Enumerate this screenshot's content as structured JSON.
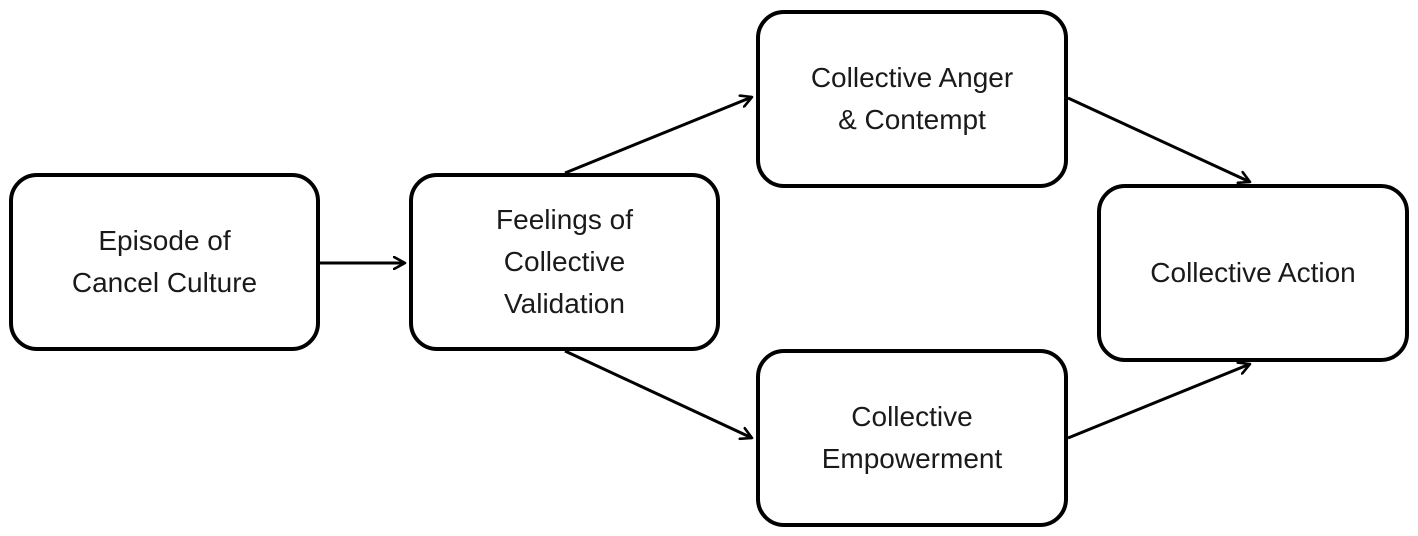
{
  "diagram": {
    "nodes": [
      {
        "id": "episode",
        "label": "Episode of\nCancel Culture"
      },
      {
        "id": "validation",
        "label": "Feelings of\nCollective\nValidation"
      },
      {
        "id": "anger",
        "label": "Collective Anger\n& Contempt"
      },
      {
        "id": "empowerment",
        "label": "Collective\nEmpowerment"
      },
      {
        "id": "action",
        "label": "Collective Action"
      }
    ],
    "edges": [
      {
        "from": "episode",
        "to": "validation"
      },
      {
        "from": "validation",
        "to": "anger"
      },
      {
        "from": "validation",
        "to": "empowerment"
      },
      {
        "from": "anger",
        "to": "action"
      },
      {
        "from": "empowerment",
        "to": "action"
      }
    ],
    "colors": {
      "stroke": "#000000",
      "fill": "#ffffff",
      "text": "#1a1a1a"
    }
  }
}
